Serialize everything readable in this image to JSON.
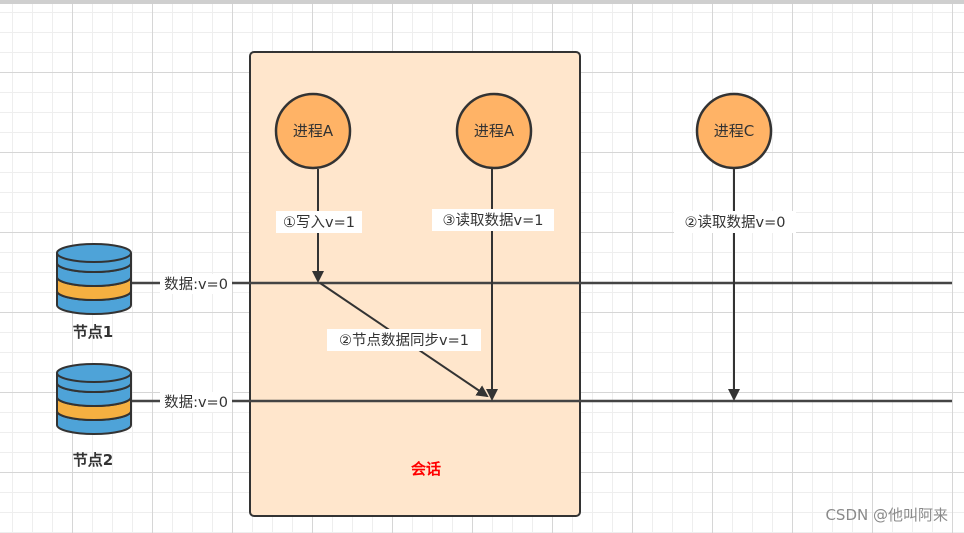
{
  "watermark": "CSDN @他叫阿来",
  "session_label": "会话",
  "processes": [
    {
      "label": "进程A"
    },
    {
      "label": "进程A"
    },
    {
      "label": "进程C"
    }
  ],
  "nodes": [
    {
      "label": "节点1",
      "data": "数据:v=0"
    },
    {
      "label": "节点2",
      "data": "数据:v=0"
    }
  ],
  "steps": {
    "write": "①写入v=1",
    "sync": "②节点数据同步v=1",
    "read_a": "③读取数据v=1",
    "read_c": "②读取数据v=0"
  },
  "colors": {
    "session_fill": "#ffe6cc",
    "process_fill": "#ffb366",
    "db_blue": "#4ea3d8",
    "db_orange": "#f5b041",
    "session_text": "#ff0000"
  }
}
